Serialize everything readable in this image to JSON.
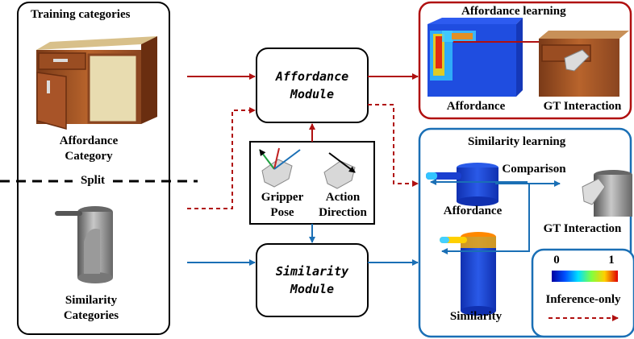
{
  "training_panel": {
    "title": "Training categories",
    "affordance_category": "Affordance\nCategory",
    "split": "Split",
    "similarity_categories": "Similarity\nCategories"
  },
  "modules": {
    "affordance": "Affordance\nModule",
    "similarity": "Similarity\nModule"
  },
  "pose_panel": {
    "gripper_pose": "Gripper\nPose",
    "action_direction": "Action\nDirection"
  },
  "affordance_learning": {
    "title": "Affordance learning",
    "affordance_label": "Affordance",
    "gt_label": "GT Interaction"
  },
  "similarity_learning": {
    "title": "Similarity learning",
    "comparison": "Comparison",
    "affordance_label": "Affordance",
    "gt_label": "GT Interaction",
    "similarity_label": "Similarity"
  },
  "legend": {
    "scale_min": "0",
    "scale_max": "1",
    "inference_only": "Inference-only"
  },
  "colors": {
    "red": "#b01010",
    "blue": "#1a6fb5",
    "wood": "#a0522d"
  }
}
